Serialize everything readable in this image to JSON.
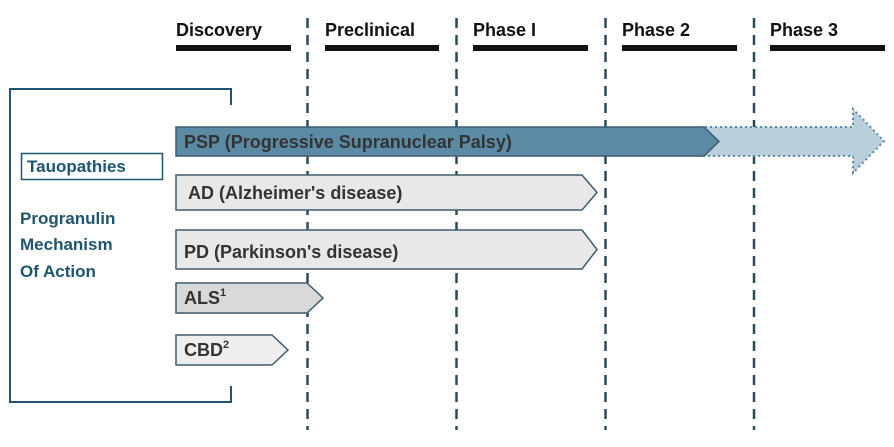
{
  "phases": [
    "Discovery",
    "Preclinical",
    "Phase I",
    "Phase 2",
    "Phase 3"
  ],
  "side_panel": {
    "category_label": "Tauopathies",
    "mechanism_lines": [
      "Progranulin",
      "Mechanism",
      "Of Action"
    ]
  },
  "programs": [
    {
      "label": "PSP (Progressive Supranuclear Palsy)",
      "superscript": "",
      "fill": "#5b8aa5",
      "planned_fill": "#b9cfdb"
    },
    {
      "label": "AD (Alzheimer's disease)",
      "superscript": "",
      "fill": "#e8e8e8"
    },
    {
      "label": "PD (Parkinson's disease)",
      "superscript": "",
      "fill": "#e8e8e8"
    },
    {
      "label": "ALS",
      "superscript": "1",
      "fill": "#d9d9d9"
    },
    {
      "label": "CBD",
      "superscript": "2",
      "fill": "#eeeeee"
    }
  ],
  "colors": {
    "heading_rule": "#111111",
    "divider": "#2c4a5e",
    "bracket": "#1e5570",
    "bar_stroke": "#3f5c6e"
  }
}
